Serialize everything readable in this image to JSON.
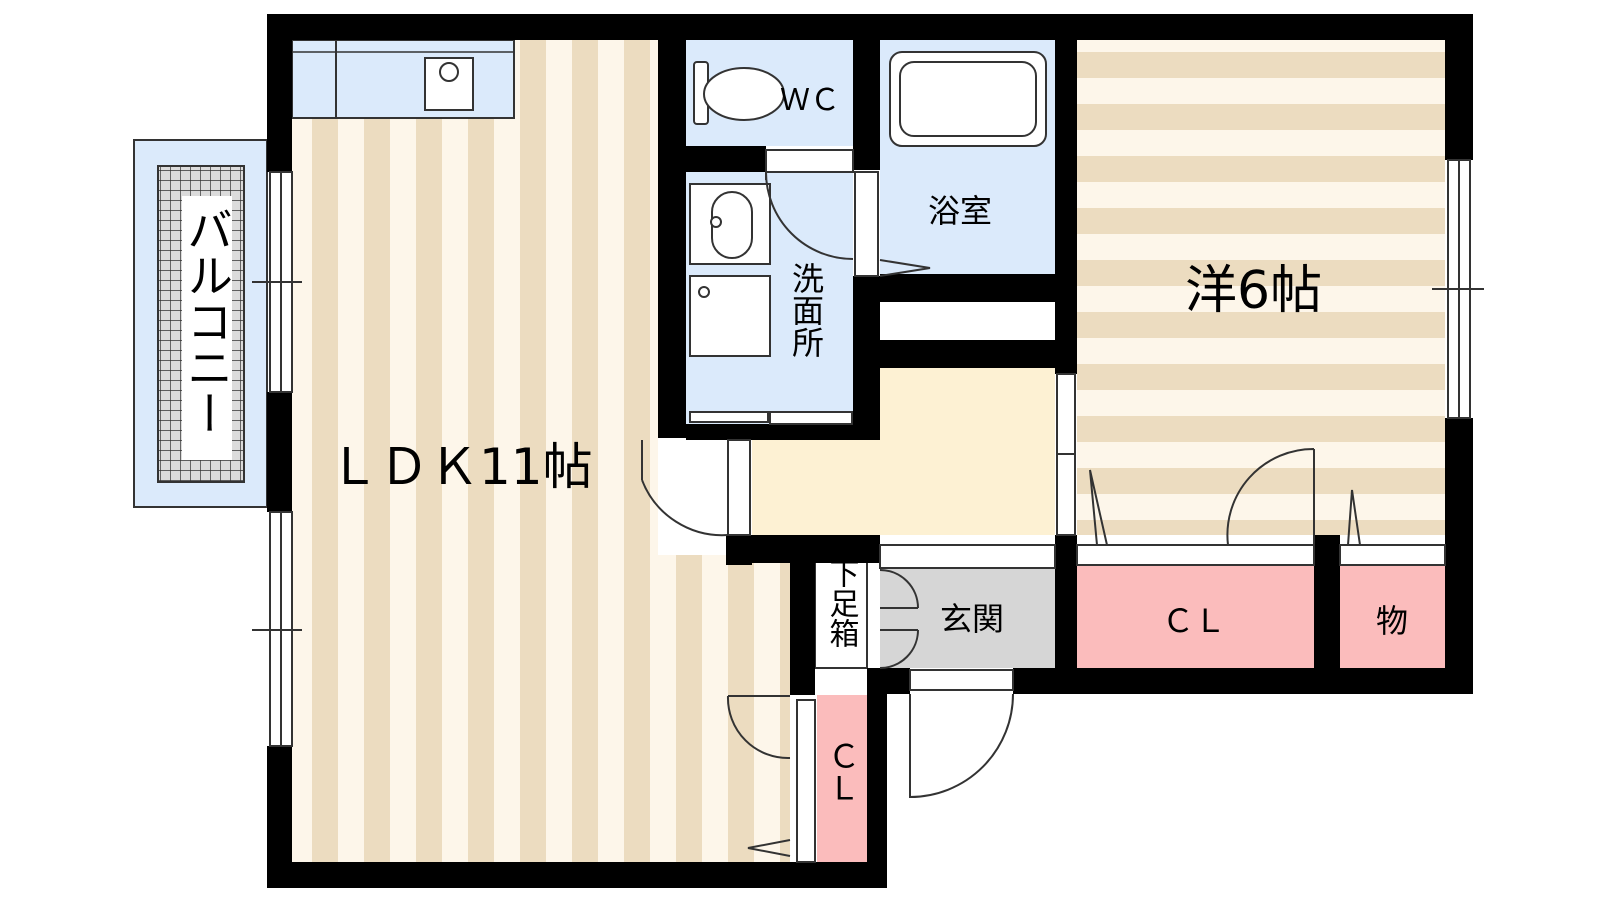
{
  "rooms": {
    "ldk": "ＬＤＫ11帖",
    "western": "洋6帖",
    "balcony": "バルコニー",
    "wc": "ＷＣ",
    "bath": "浴室",
    "washroom": "洗面所",
    "entrance": "玄関",
    "shoe_box": "下足箱",
    "closet_main": "ＣＬ",
    "storage": "物",
    "closet_ldk": "ＣＬ"
  },
  "colors": {
    "wall": "#000000",
    "wood_stripe": "#ecdcc0",
    "wood_base": "#fdf6ea",
    "wet_area": "#dbeafb",
    "hall_floor": "#fdf1d3",
    "entrance_floor": "#d6d6d6",
    "closet": "#fbbcbc"
  }
}
